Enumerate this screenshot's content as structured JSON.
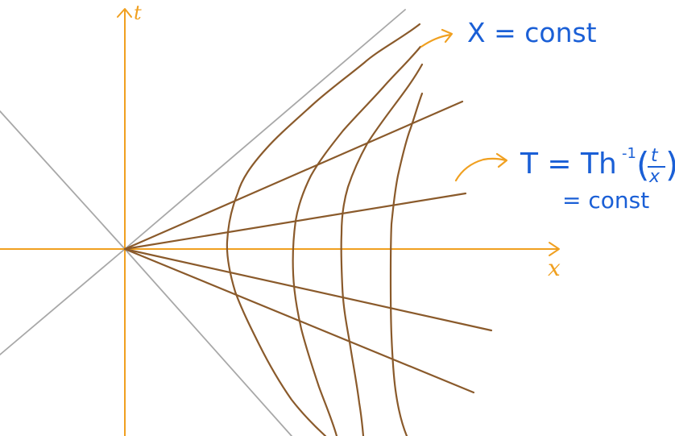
{
  "colors": {
    "axis": "#f0a020",
    "light_cone": "#a8a8a8",
    "curves": "#8a5a2b",
    "label_blue": "#1a5fd6",
    "arrow_orange": "#f0a020"
  },
  "axes": {
    "t_label": "t",
    "x_label": "x"
  },
  "labels": {
    "X_const": "X = const",
    "T_const_line1": "T = Th⁻¹(t/x)",
    "T_const_line2": "= const",
    "frac_num": "t",
    "frac_den": "x"
  }
}
